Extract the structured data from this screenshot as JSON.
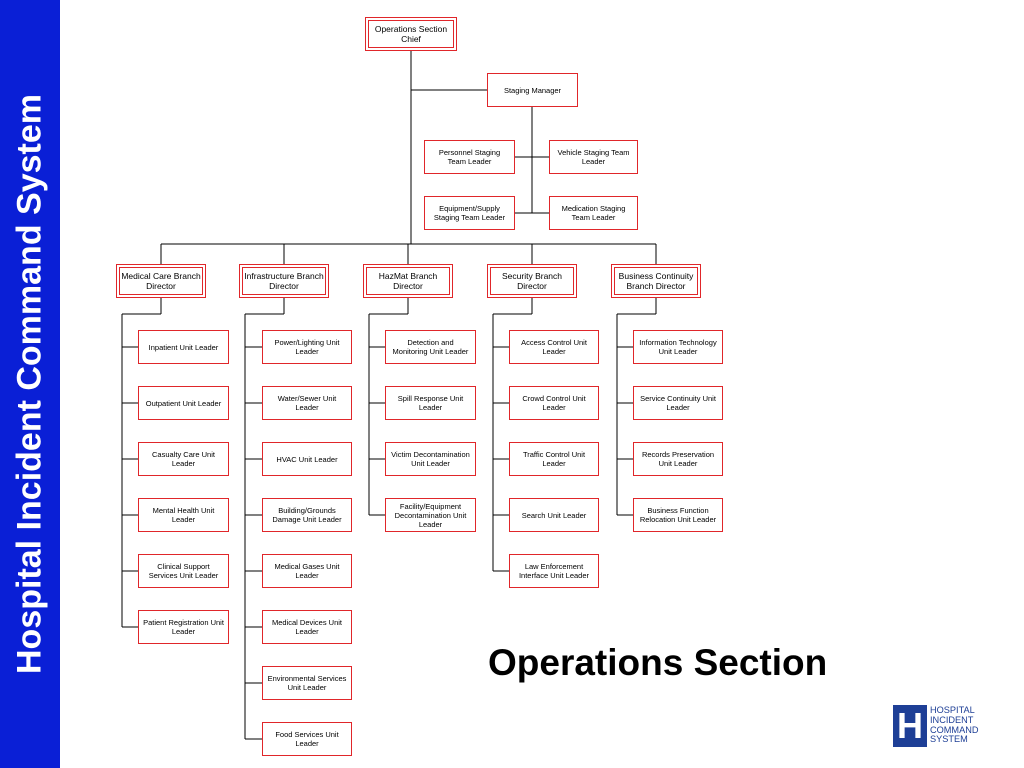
{
  "sidebar": {
    "title": "Hospital Incident Command System"
  },
  "chief": "Operations Section Chief",
  "staging": {
    "manager": "Staging Manager",
    "leaders": [
      "Personnel Staging Team Leader",
      "Vehicle Staging Team Leader",
      "Equipment/Supply Staging Team Leader",
      "Medication Staging Team Leader"
    ]
  },
  "branches": [
    {
      "name": "Medical Care Branch Director",
      "units": [
        "Inpatient Unit Leader",
        "Outpatient Unit Leader",
        "Casualty Care Unit Leader",
        "Mental Health Unit Leader",
        "Clinical Support Services Unit Leader",
        "Patient Registration Unit Leader"
      ]
    },
    {
      "name": "Infrastructure Branch Director",
      "units": [
        "Power/Lighting Unit Leader",
        "Water/Sewer Unit Leader",
        "HVAC Unit Leader",
        "Building/Grounds Damage Unit Leader",
        "Medical Gases Unit Leader",
        "Medical Devices Unit Leader",
        "Environmental Services Unit Leader",
        "Food Services Unit Leader"
      ]
    },
    {
      "name": "HazMat Branch Director",
      "units": [
        "Detection and Monitoring Unit Leader",
        "Spill Response Unit Leader",
        "Victim Decontamination Unit Leader",
        "Facility/Equipment Decontamination Unit Leader"
      ]
    },
    {
      "name": "Security Branch Director",
      "units": [
        "Access Control Unit Leader",
        "Crowd Control Unit Leader",
        "Traffic Control Unit Leader",
        "Search Unit Leader",
        "Law Enforcement Interface Unit Leader"
      ]
    },
    {
      "name": "Business Continuity Branch Director",
      "units": [
        "Information Technology Unit Leader",
        "Service Continuity Unit Leader",
        "Records Preservation Unit Leader",
        "Business Function Relocation Unit Leader"
      ]
    }
  ],
  "section_title": "Operations Section",
  "logo": {
    "lines": [
      "HOSPITAL",
      "INCIDENT",
      "COMMAND",
      "SYSTEM"
    ],
    "letter": "H"
  },
  "colors": {
    "sidebar": "#0a1fd6",
    "box_border": "#e0262a",
    "logo": "#1e3f96",
    "connector": "#000000"
  }
}
